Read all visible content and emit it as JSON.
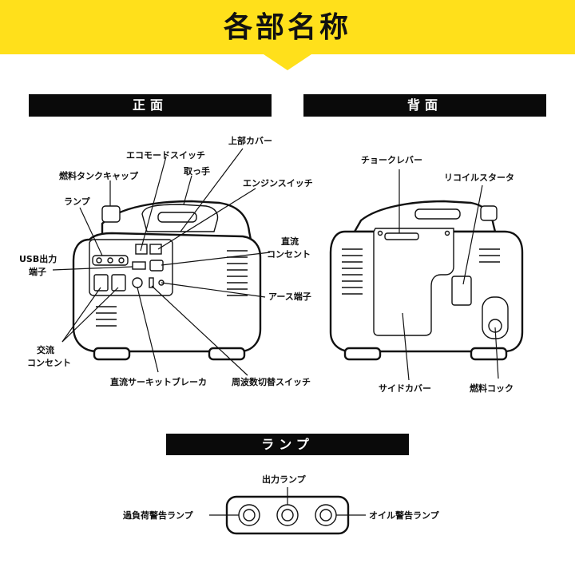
{
  "header": {
    "title": "各部名称",
    "colors": {
      "banner": "#ffe01b",
      "bar": "#0a0a0a",
      "line": "#111111"
    }
  },
  "sections": {
    "front": "正面",
    "back": "背面",
    "lamp": "ランプ"
  },
  "front_labels": {
    "eco_switch": "エコモードスイッチ",
    "top_cover": "上部カバー",
    "fuel_tank_cap": "燃料タンクキャップ",
    "handle": "取っ手",
    "engine_switch": "エンジンスイッチ",
    "lamp": "ランプ",
    "usb_line1": "USB出力",
    "usb_line2": "端子",
    "dc_outlet_line1": "直流",
    "dc_outlet_line2": "コンセント",
    "earth_terminal": "アース端子",
    "ac_line1": "交流",
    "ac_line2": "コンセント",
    "dc_breaker": "直流サーキットブレーカ",
    "freq_switch": "周波数切替スイッチ"
  },
  "back_labels": {
    "choke_lever": "チョークレバー",
    "recoil_starter": "リコイルスタータ",
    "side_cover": "サイドカバー",
    "fuel_cock": "燃料コック"
  },
  "lamp_labels": {
    "output": "出力ランプ",
    "overload": "過負荷警告ランプ",
    "oil": "オイル警告ランプ"
  }
}
